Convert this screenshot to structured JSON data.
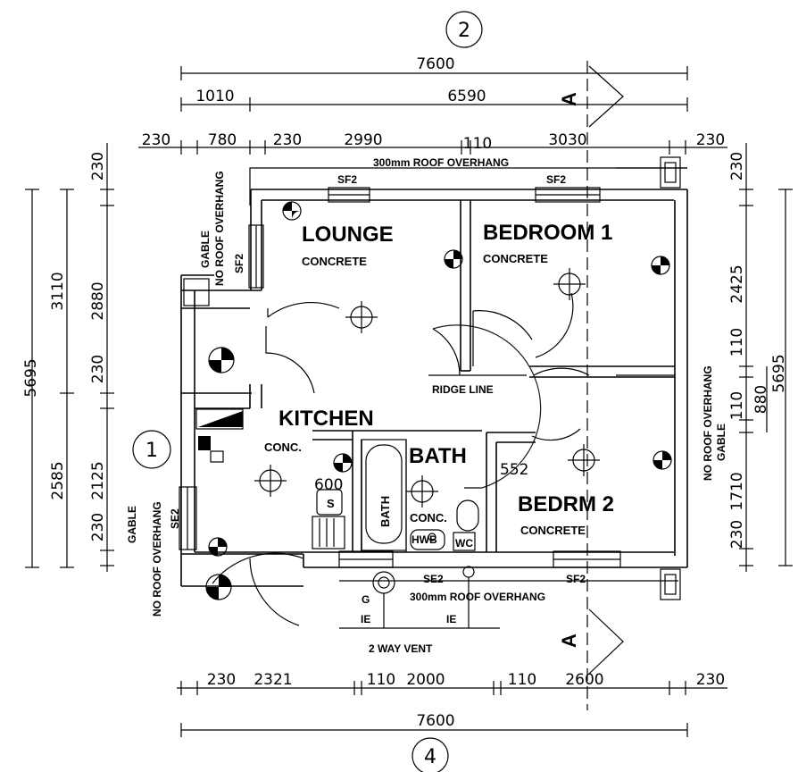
{
  "grid_refs": {
    "top": "2",
    "bottom": "4",
    "left": "1"
  },
  "section_mark": "A",
  "dims_top": {
    "overall": "7600",
    "d1010": "1010",
    "d6590": "6590",
    "s1": "230",
    "s2": "780",
    "s3": "230",
    "s4": "2990",
    "s5": "110",
    "s6": "3030",
    "s7": "230"
  },
  "dims_bottom": {
    "b1": "230",
    "b2": "2321",
    "b3": "110",
    "b4": "2000",
    "b5": "110",
    "b6": "2600",
    "b7": "230",
    "overall": "7600"
  },
  "dims_left": {
    "l5695": "5695",
    "l3110": "3110",
    "l2585": "2585",
    "l230a": "230",
    "l2880": "2880",
    "l230b": "230",
    "l2125": "2125",
    "l230c": "230"
  },
  "dims_right": {
    "r230a": "230",
    "r2425": "2425",
    "r110a": "110",
    "r5695": "5695",
    "r110b": "110",
    "r880": "880",
    "r1710": "1710",
    "r230b": "230"
  },
  "rooms": {
    "lounge": "LOUNGE",
    "lounge_floor": "CONCRETE",
    "bed1": "BEDROOM 1",
    "bed1_floor": "CONCRETE",
    "kitchen": "KITCHEN",
    "kitchen_floor": "CONC.",
    "bath": "BATH",
    "bath_floor": "CONC.",
    "bed2": "BEDRM 2",
    "bed2_floor": "CONCRETE"
  },
  "labels": {
    "overhang_top": "300mm ROOF OVERHANG",
    "overhang_bottom": "300mm ROOF OVERHANG",
    "ridge": "RIDGE LINE",
    "sf2_a": "SF2",
    "sf2_b": "SF2",
    "sf2_c": "SF2",
    "sf2_d": "SF2",
    "se2_a": "SE2",
    "se2_b": "SE2",
    "gable_l1": "GABLE",
    "gable_l2": "NO ROOF OVERHANG",
    "gable_b1": "GABLE",
    "gable_b2": "NO ROOF OVERHANG",
    "gable_r1": "NO ROOF OVERHANG",
    "gable_r2": "GABLE",
    "d600": "600",
    "d552": "552",
    "sink": "S",
    "bathtub": "BATH",
    "hwb": "HWB",
    "wc": "WC",
    "g": "G",
    "ie1": "IE",
    "ie2": "IE",
    "vent": "2 WAY VENT"
  }
}
